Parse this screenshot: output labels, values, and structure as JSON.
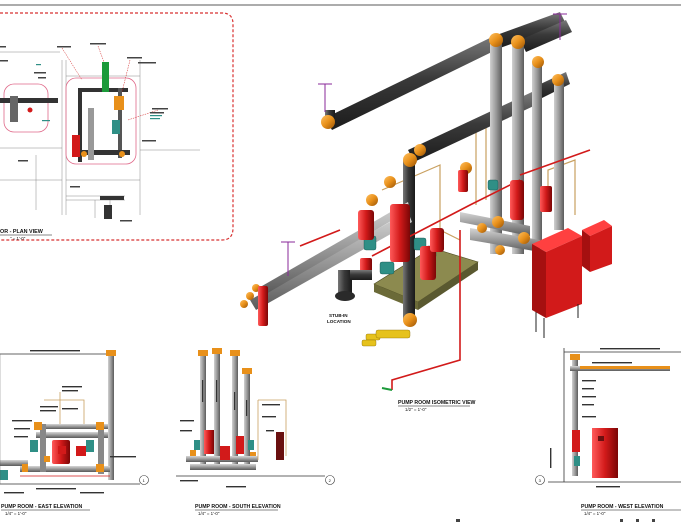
{
  "views": {
    "plan": {
      "title": "OR - PLAN VIEW",
      "scale": "\" = 1'-0\""
    },
    "isometric": {
      "title": "PUMP ROOM ISOMETRIC VIEW",
      "scale": "1/2\" = 1'-0\""
    },
    "stub": {
      "label_line1": "STUB-IN",
      "label_line2": "LOCATION"
    },
    "east": {
      "title": "PUMP ROOM - EAST ELEVATION",
      "scale": "1/4\" = 1'-0\"",
      "marker": "1"
    },
    "south": {
      "title": "PUMP ROOM - SOUTH ELEVATION",
      "scale": "1/4\" = 1'-0\"",
      "marker": "2"
    },
    "west": {
      "title": "PUMP ROOM - WEST ELEVATION",
      "scale": "1/4\" = 1'-0\"",
      "marker": "3"
    }
  },
  "colors": {
    "pipe_dark": "#3a3a3a",
    "pipe_grey": "#8f8f8f",
    "fitting_orange": "#e8901a",
    "valve_red": "#d21a1a",
    "fitting_teal": "#2f8f86",
    "base_olive": "#8c8a4f",
    "coupling_yellow": "#e6c21c",
    "line_tan": "#c9a060",
    "line_purple": "#8a2a9a",
    "plan_border": "#d83030"
  }
}
